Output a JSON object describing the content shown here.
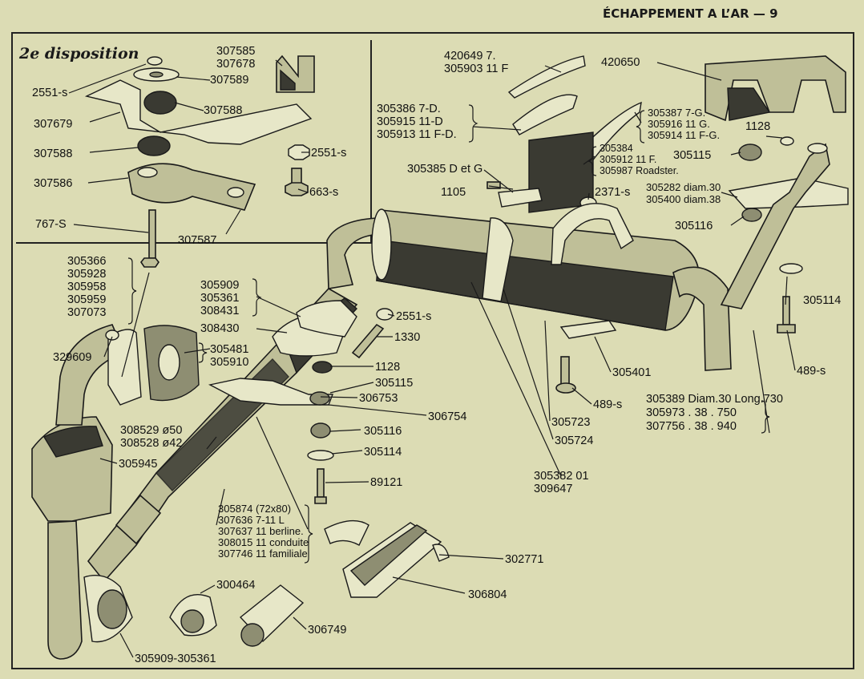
{
  "header": {
    "title": "ÉCHAPPEMENT A L’AR — 9"
  },
  "inset": {
    "title": "2e disposition"
  },
  "labels": {
    "l307585": [
      "307585",
      "307678"
    ],
    "l2551s_a": "2551-s",
    "l307589": "307589",
    "l307588_a": "307588",
    "l307679": "307679",
    "l307588_b": "307588",
    "l2551s_b": "2551-s",
    "l307586": "307586",
    "l663s": "663-s",
    "l767s": "767-S",
    "l307587": "307587",
    "l420649": [
      "420649 7.",
      "305903 11 F"
    ],
    "l420650": "420650",
    "l305386": [
      "305386 7-D.",
      "305915 11-D",
      "305913 11 F-D."
    ],
    "l305387": [
      "305387 7-G.",
      "305916 11 G.",
      "305914 11 F-G."
    ],
    "l1128_a": "1128",
    "l305384": [
      "305384",
      "305912 11 F.",
      "305987 Roadster."
    ],
    "l305115_a": "305115",
    "l305385": "305385 D et G",
    "l1105": "1105",
    "l2371s": "2371-s",
    "l305282": [
      "305282 diam.30",
      "305400 diam.38"
    ],
    "l305116_a": "305116",
    "l305366": [
      "305366",
      "305928",
      "305958",
      "305959",
      "307073"
    ],
    "l305909_a": [
      "305909",
      "305361",
      "308431"
    ],
    "l308430": "308430",
    "l2551s_c": "2551-s",
    "l1330": "1330",
    "l329609": "329609",
    "l305481": [
      "305481",
      "305910"
    ],
    "l1128_b": "1128",
    "l305115_b": "305115",
    "l306753": "306753",
    "l306754": "306754",
    "l305114_a": "305114",
    "l305401": "305401",
    "l489s_a": "489-s",
    "l489s_b": "489-s",
    "l305389": [
      "305389 Diam.30 Long.730",
      "305973 . 38 . 750",
      "307756 . 38 . 940"
    ],
    "l305723": "305723",
    "l305724": "305724",
    "l308529": [
      "308529 ø50",
      "308528 ø42"
    ],
    "l305945": "305945",
    "l305116_b": "305116",
    "l305114_b": "305114",
    "l89121": "89121",
    "l305382": [
      "305382 01",
      "309647"
    ],
    "l305874": [
      "305874 (72x80)",
      "307636 7-11 L",
      "307637 11 berline.",
      "308015 11 conduite",
      "307746 11 familiale"
    ],
    "l302771": "302771",
    "l306804": "306804",
    "l300464": "300464",
    "l306749": "306749",
    "l305909_b": "305909-305361"
  }
}
